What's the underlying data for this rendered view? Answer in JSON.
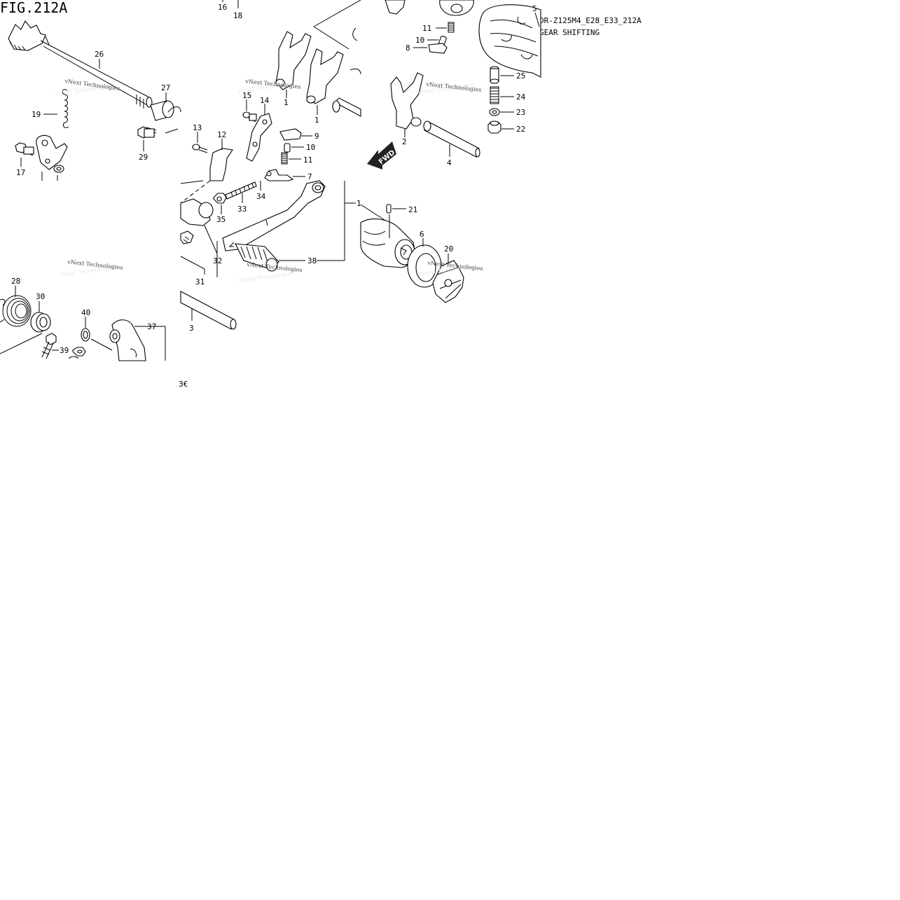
{
  "figure": {
    "title": "FIG.212A",
    "code": "DR-Z125M4_E28_E33_212A",
    "name": "GEAR SHIFTING"
  },
  "watermark": "vNext Technologies",
  "fwd_arrow": "FWD",
  "callouts": {
    "c1a": "1",
    "c1b": "1",
    "c1c": "1",
    "c2": "2",
    "c3": "3",
    "c4": "4",
    "c5": "5",
    "c6": "6",
    "c7": "7",
    "c8": "8",
    "c9": "9",
    "c10a": "10",
    "c10b": "10",
    "c11a": "11",
    "c11b": "11",
    "c12": "12",
    "c13": "13",
    "c14": "14",
    "c15": "15",
    "c16": "16",
    "c17": "17",
    "c18": "18",
    "c19": "19",
    "c20": "20",
    "c21": "21",
    "c22": "22",
    "c23": "23",
    "c24": "24",
    "c25": "25",
    "c26": "26",
    "c27": "27",
    "c28": "28",
    "c29": "29",
    "c30": "30",
    "c31": "31",
    "c32": "32",
    "c33": "33",
    "c34": "34",
    "c35": "35",
    "c36": "3€",
    "c37": "37",
    "c38": "38",
    "c39": "39",
    "c40": "40"
  }
}
